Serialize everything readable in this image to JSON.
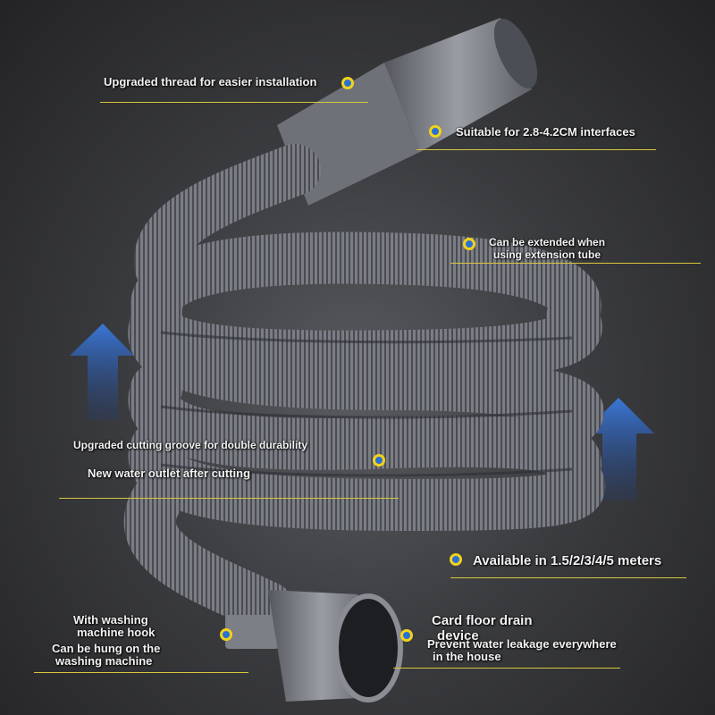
{
  "colors": {
    "accent": "#f2d21a",
    "dot": "#2a6fd6",
    "line": "#d8c63a",
    "hose": "#6b6e75",
    "arrow": "#2f6fd8"
  },
  "icons": {
    "up_arrow": "up-arrow-icon",
    "hose": "drain-hose-image"
  },
  "callouts": {
    "thread": "Upgraded thread for easier installation",
    "interfaces": "Suitable for 2.8-4.2CM interfaces",
    "extended_1": "Can be extended when",
    "extended_2": "using extension tube",
    "groove": "Upgraded cutting groove for double durability",
    "outlet": "New water outlet after cutting",
    "lengths": "Available in 1.5/2/3/4/5 meters",
    "hook_1": "With washing",
    "hook_2": "machine hook",
    "hung_1": "Can be hung on the",
    "hung_2": "washing machine",
    "drain_1": "Card floor drain",
    "drain_2": "device",
    "leak_1": "Prevent water leakage everywhere",
    "leak_2": "in the house"
  }
}
